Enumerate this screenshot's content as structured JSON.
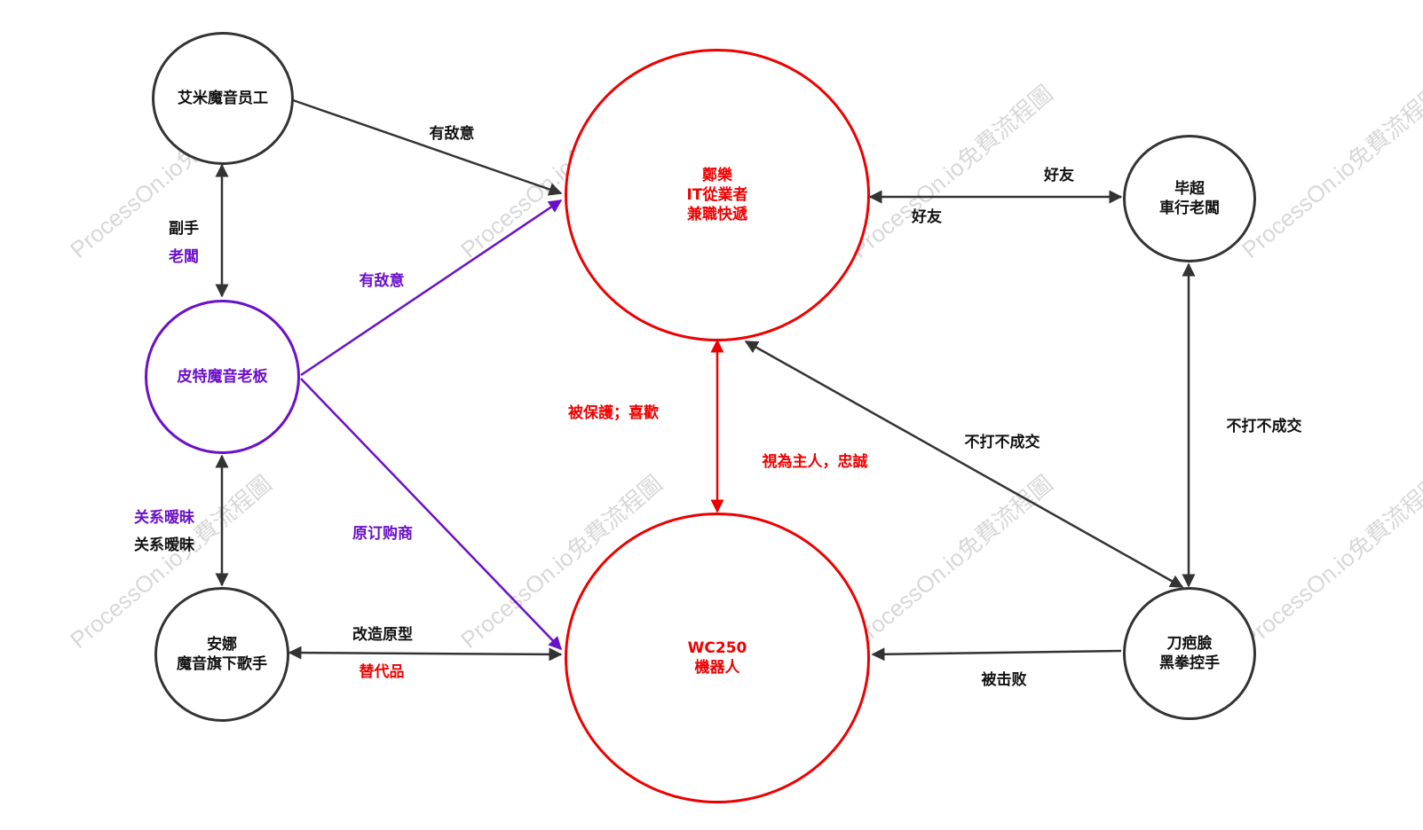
{
  "watermark": "ProcessOn.io免費流程圖",
  "colors": {
    "dark": "#333333",
    "purple": "#6a10c8",
    "red": "#ee0000"
  },
  "nodes": {
    "aimi": {
      "label": [
        "艾米魔音员工"
      ]
    },
    "pite": {
      "label": [
        "皮特魔音老板"
      ]
    },
    "anna": {
      "label": [
        "安娜",
        "魔音旗下歌手"
      ]
    },
    "zhengle": {
      "label": [
        "鄭樂",
        "IT從業者",
        "兼職快遞"
      ]
    },
    "wc250": {
      "label": [
        "WC250",
        "機器人"
      ]
    },
    "bichao": {
      "label": [
        "毕超",
        "車行老闆"
      ]
    },
    "daobalian": {
      "label": [
        "刀疤臉",
        "黑拳控手"
      ]
    }
  },
  "edges": {
    "aimi_zhengle": "有敌意",
    "pite_zhengle": "有敌意",
    "aimi_pite_top": "副手",
    "aimi_pite_bottom": "老闆",
    "pite_anna_top": "关系暧昧",
    "pite_anna_bottom": "关系暧昧",
    "pite_wc250": "原订购商",
    "anna_wc250_top": "改造原型",
    "anna_wc250_bottom": "替代品",
    "zhengle_wc250_left": "被保護；喜歡",
    "zhengle_wc250_right": "視為主人，忠誠",
    "zhengle_bichao_top": "好友",
    "zhengle_bichao_bottom": "好友",
    "bichao_daobalian": "不打不成交",
    "zhengle_daobalian": "不打不成交",
    "daobalian_wc250": "被击败"
  }
}
